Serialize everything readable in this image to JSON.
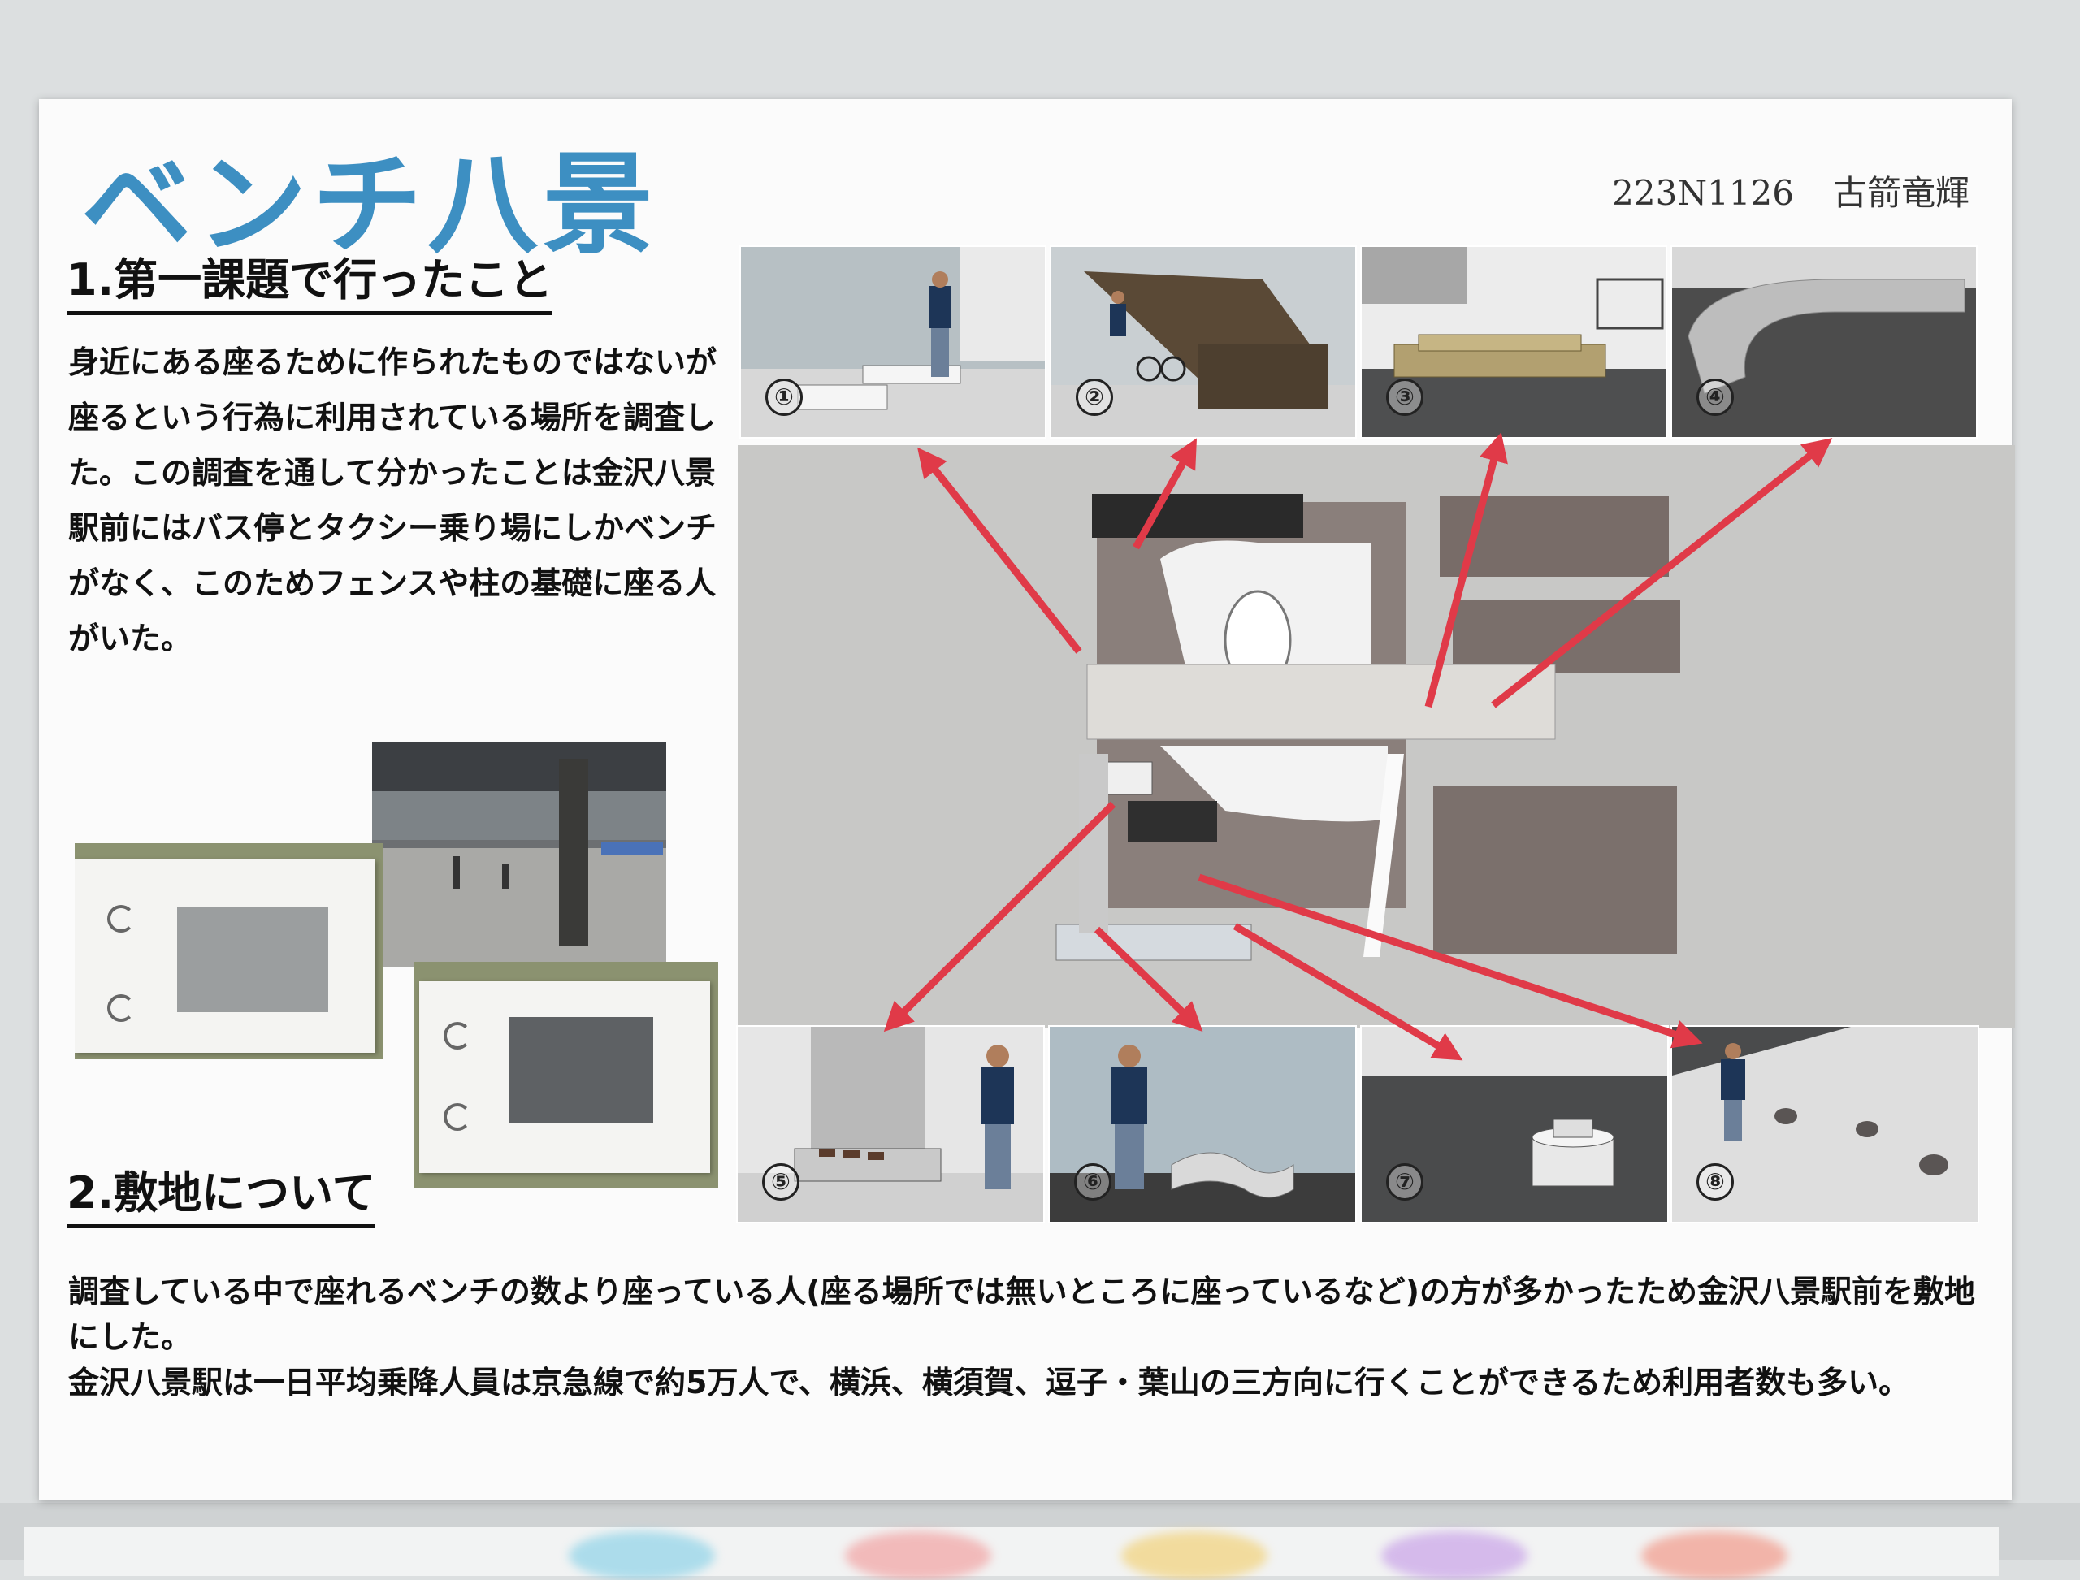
{
  "poster": {
    "title": "ベンチ八景",
    "student_id": "223N1126",
    "author": "古箭竜輝"
  },
  "section1": {
    "heading": "1.第一課題で行ったこと",
    "text": "身近にある座るために作られたものではないが座るという行為に利用されている場所を調査した。この調査を通して分かったことは金沢八景駅前にはバス停とタクシー乗り場にしかベンチがなく、このためフェンスや柱の基礎に座る人がいた。"
  },
  "section2": {
    "heading": "2.敷地について",
    "paragraph1": "調査している中で座れるベンチの数より座っている人(座る場所では無いところに座っているなど)の方が多かったため金沢八景駅前を敷地にした。",
    "paragraph2": "金沢八景駅は一日平均乗降人員は京急線で約5万人で、横浜、横須賀、逗子・葉山の三方向に行くことができるため利用者数も多い。"
  },
  "thumbnails": [
    {
      "number": "①"
    },
    {
      "number": "②"
    },
    {
      "number": "③"
    },
    {
      "number": "④"
    },
    {
      "number": "⑤"
    },
    {
      "number": "⑥"
    },
    {
      "number": "⑦"
    },
    {
      "number": "⑧"
    }
  ],
  "colors": {
    "title": "#3d8fc2",
    "arrow": "#e03a48"
  }
}
